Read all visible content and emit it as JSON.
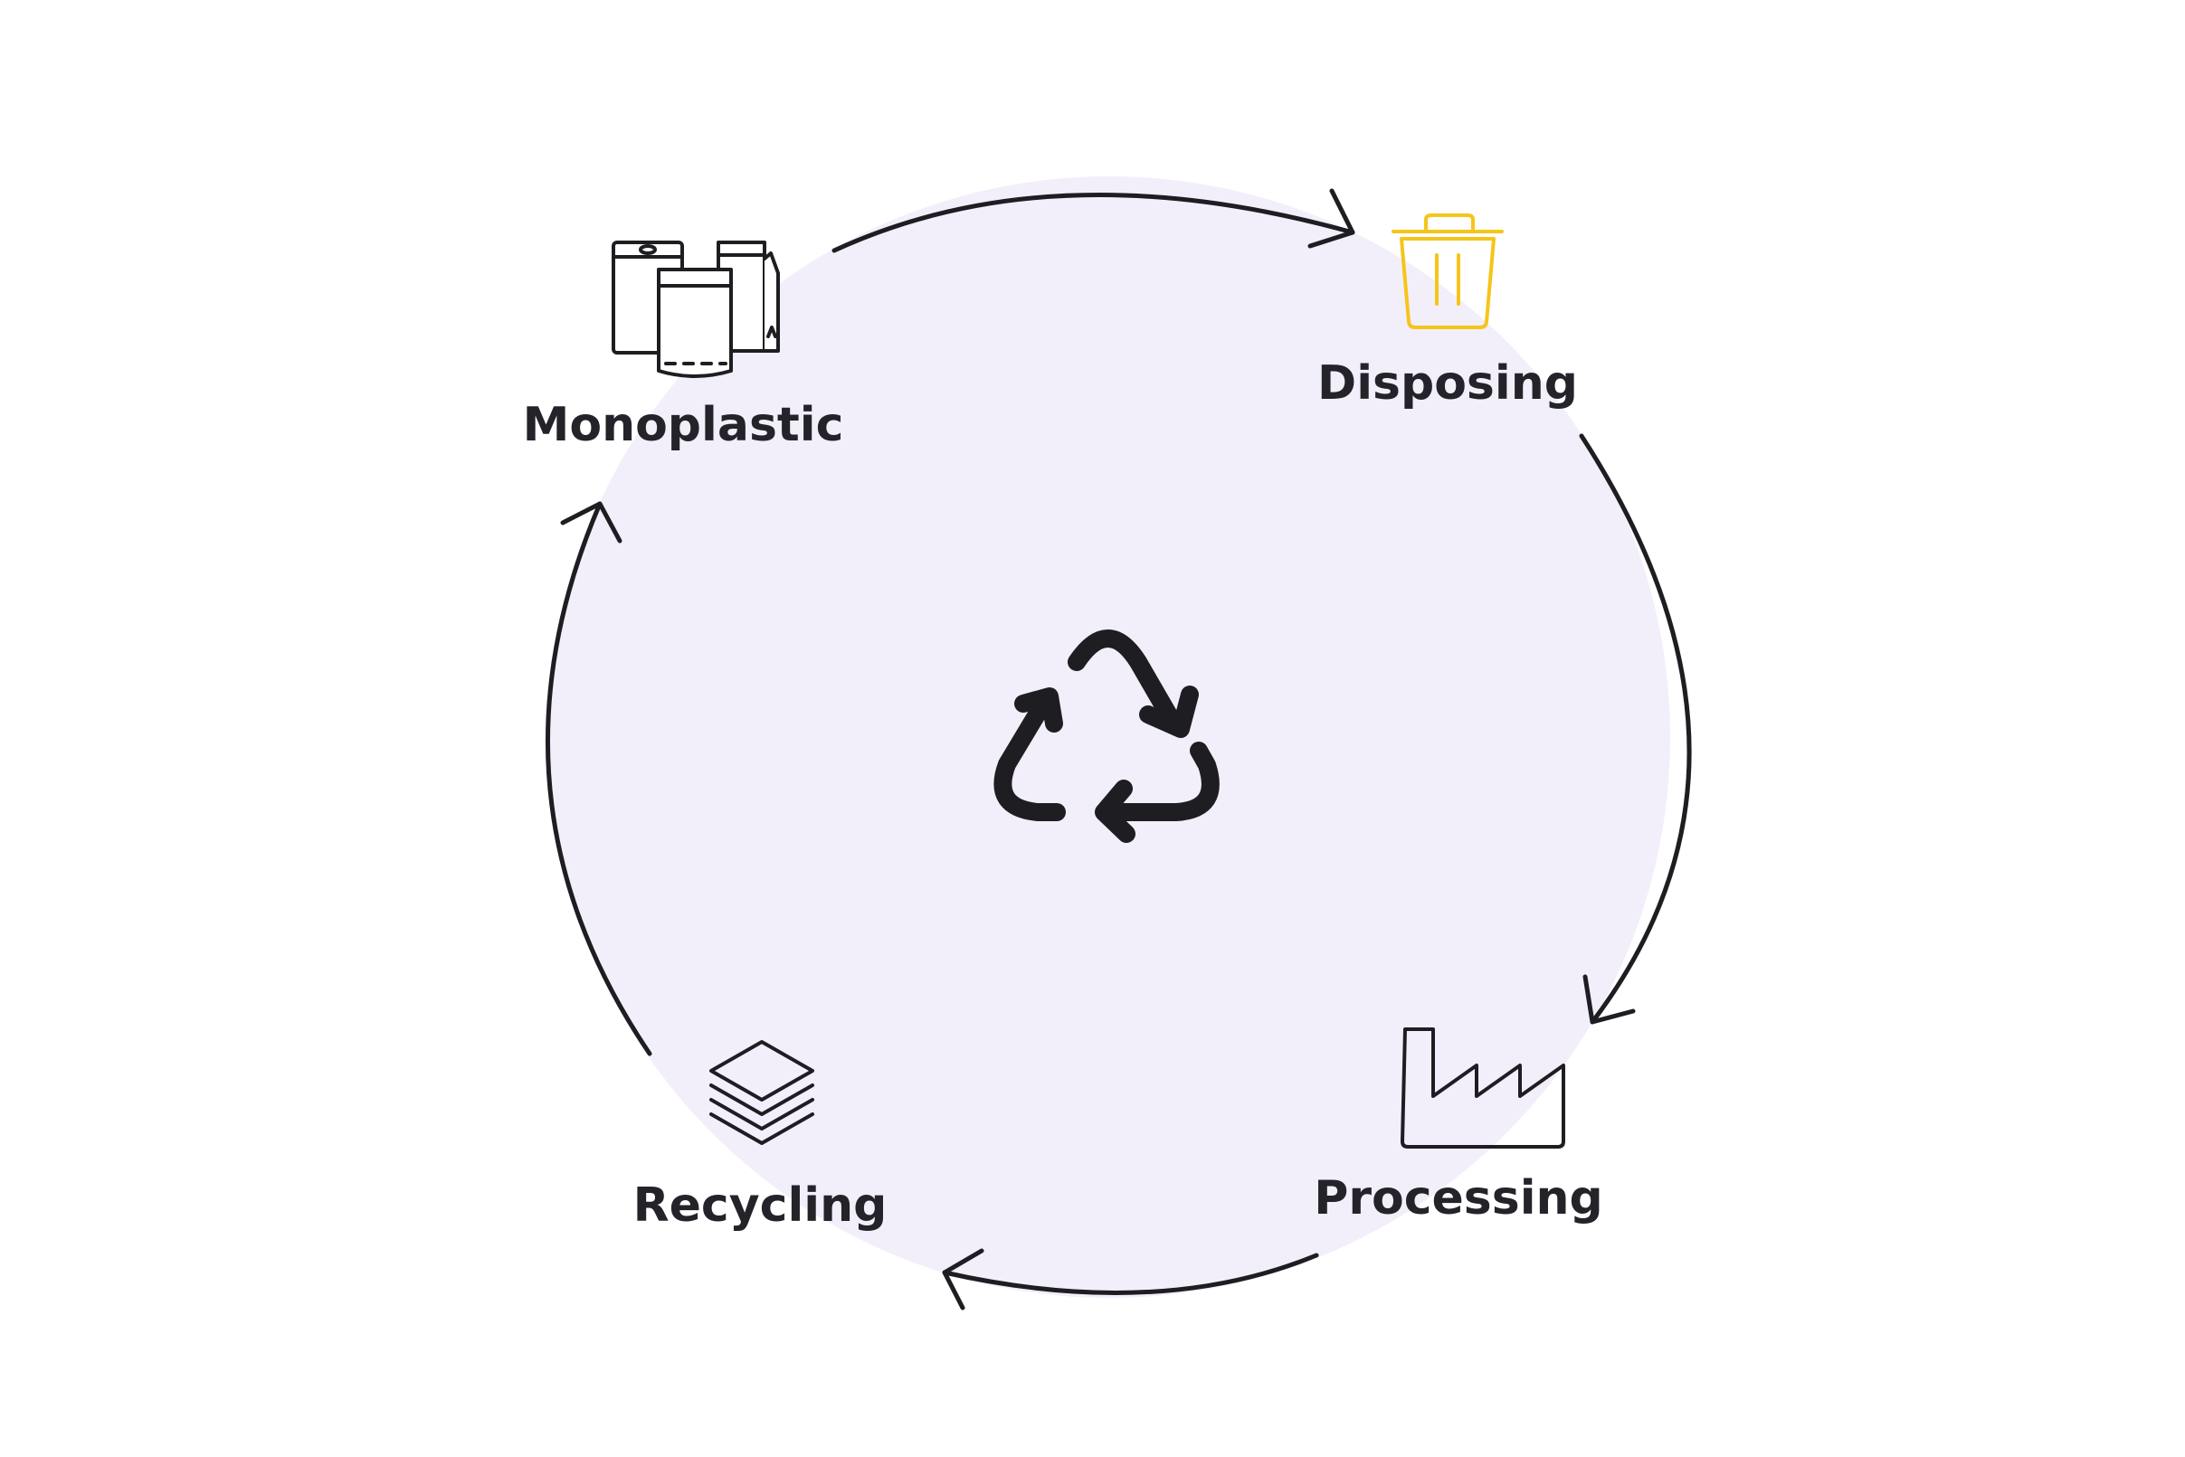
{
  "diagram": {
    "stages": [
      {
        "label": "Monoplastic",
        "icon": "packaging-pouches-icon"
      },
      {
        "label": "Disposing",
        "icon": "trash-bin-icon"
      },
      {
        "label": "Processing",
        "icon": "factory-icon"
      },
      {
        "label": "Recycling",
        "icon": "stacked-layers-icon"
      }
    ],
    "center_icon": "recycle-icon",
    "flow_direction": "clockwise"
  },
  "colors": {
    "circle_fill": "#F2EFFB",
    "stroke": "#1E1E22",
    "text": "#25232A",
    "accent": "#F5C51A"
  }
}
